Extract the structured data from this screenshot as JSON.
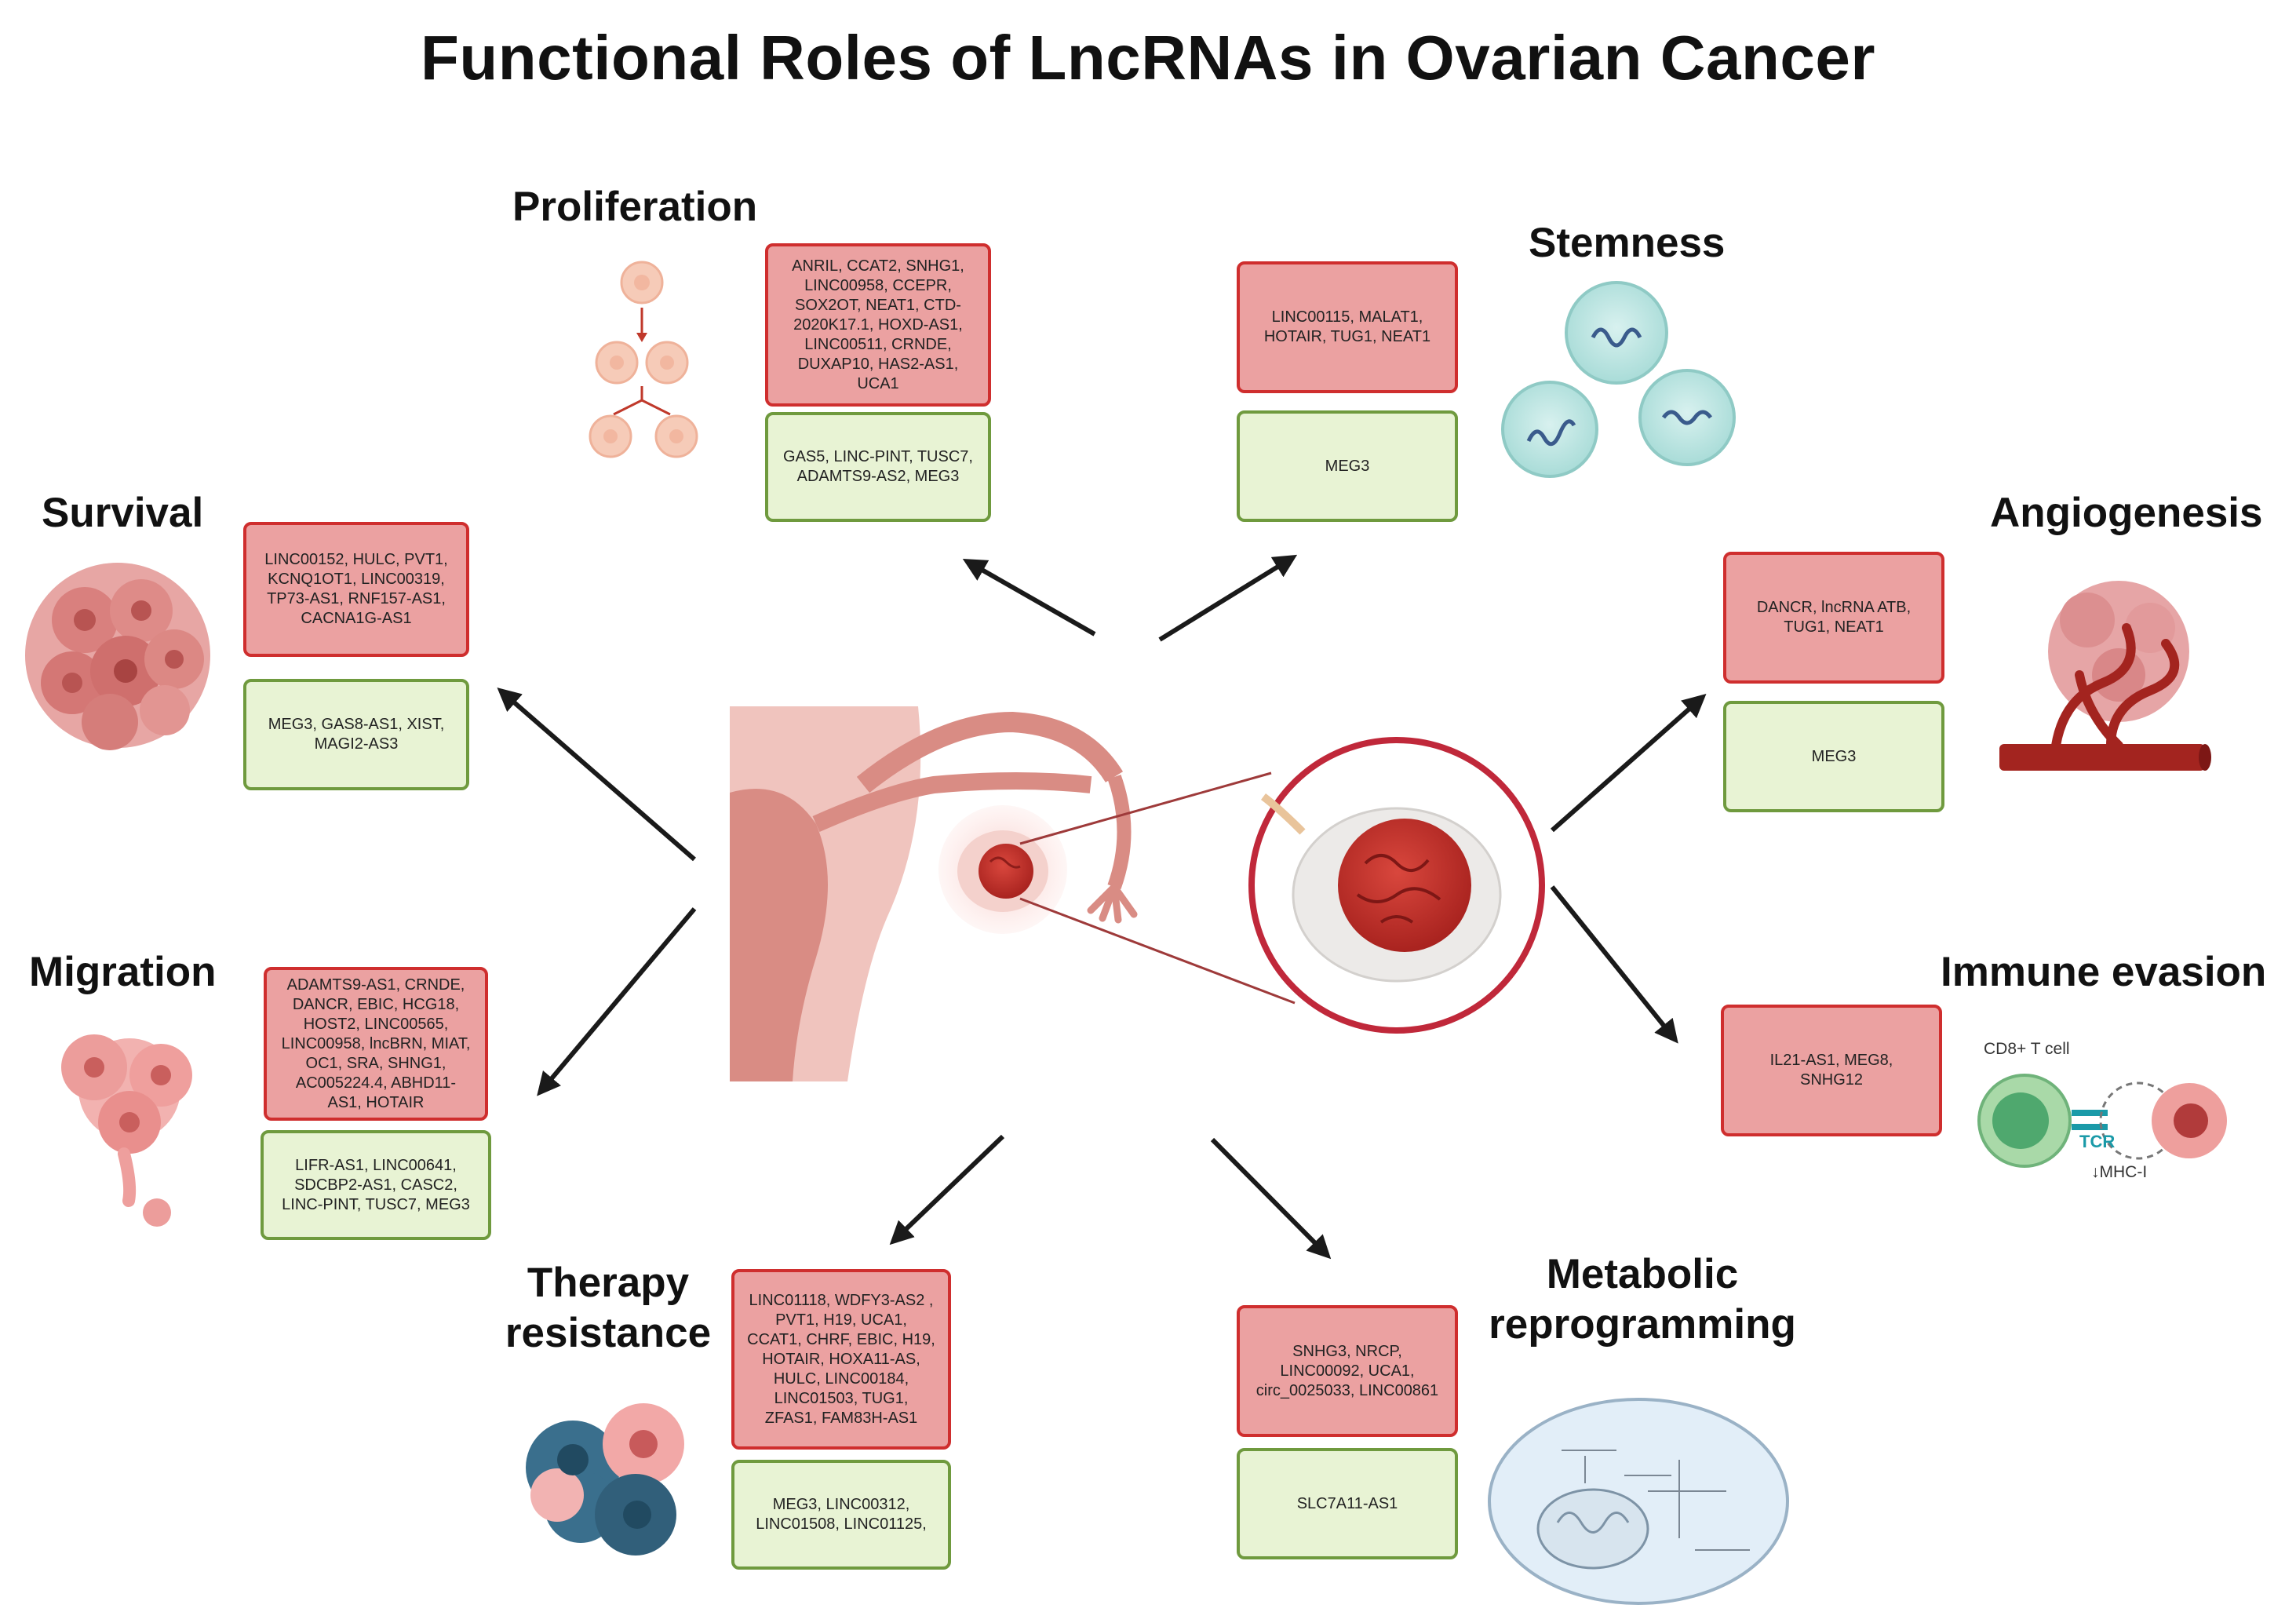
{
  "title": "Functional Roles of LncRNAs in Ovarian Cancer",
  "colors": {
    "up_fill": "#eba1a1",
    "up_border": "#cf2e2e",
    "down_fill": "#e8f3d4",
    "down_border": "#6f9a3e",
    "tissue": "#d47f78",
    "tumor": "#c9302c",
    "arrow": "#1a1a1a"
  },
  "sections": {
    "proliferation": {
      "heading": "Proliferation",
      "up": "ANRIL, CCAT2, SNHG1, LINC00958, CCEPR, SOX2OT, NEAT1, CTD-2020K17.1, HOXD-AS1, LINC00511, CRNDE, DUXAP10, HAS2-AS1, UCA1",
      "down": "GAS5, LINC-PINT, TUSC7, ADAMTS9-AS2, MEG3"
    },
    "stemness": {
      "heading": "Stemness",
      "up": "LINC00115, MALAT1, HOTAIR, TUG1, NEAT1",
      "down": "MEG3"
    },
    "survival": {
      "heading": "Survival",
      "up": "LINC00152, HULC, PVT1, KCNQ1OT1, LINC00319, TP73-AS1, RNF157-AS1, CACNA1G-AS1",
      "down": "MEG3, GAS8-AS1, XIST, MAGI2-AS3"
    },
    "angiogenesis": {
      "heading": "Angiogenesis",
      "up": "DANCR, lncRNA ATB, TUG1, NEAT1",
      "down": "MEG3"
    },
    "migration": {
      "heading": "Migration",
      "up": "ADAMTS9-AS1, CRNDE, DANCR, EBIC, HCG18, HOST2, LINC00565, LINC00958, lncBRN, MIAT, OC1, SRA, SHNG1, AC005224.4, ABHD11-AS1, HOTAIR",
      "down": "LIFR-AS1, LINC00641, SDCBP2-AS1, CASC2, LINC-PINT, TUSC7, MEG3"
    },
    "immune": {
      "heading": "Immune evasion",
      "up": "IL21-AS1, MEG8, SNHG12",
      "cd8_label": "CD8+ T cell",
      "tcr_label": "TCR",
      "mhc_label": "↓MHC-I"
    },
    "therapy": {
      "heading_line1": "Therapy",
      "heading_line2": "resistance",
      "up": "LINC01118, WDFY3-AS2 , PVT1, H19, UCA1, CCAT1, CHRF, EBIC, H19, HOTAIR, HOXA11-AS, HULC, LINC00184, LINC01503, TUG1, ZFAS1, FAM83H-AS1",
      "down": "MEG3, LINC00312, LINC01508, LINC01125,"
    },
    "metabolic": {
      "heading_line1": "Metabolic",
      "heading_line2": "reprogramming",
      "up": "SNHG3, NRCP, LINC00092, UCA1, circ_0025033, LINC00861",
      "down": "SLC7A11-AS1"
    }
  }
}
